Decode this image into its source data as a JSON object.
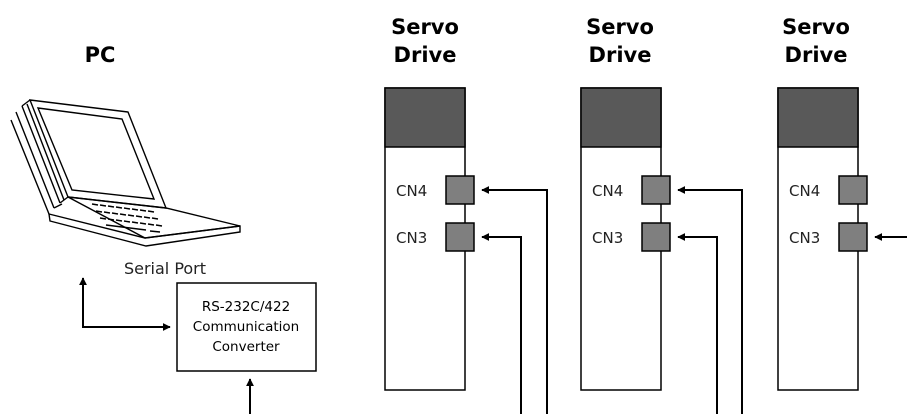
{
  "pc": {
    "label": "PC"
  },
  "serial_port": {
    "label": "Serial Port"
  },
  "converter": {
    "lines": [
      "RS-232C/422",
      "Communication",
      "Converter"
    ]
  },
  "drives": [
    {
      "title_line1": "Servo",
      "title_line2": "Drive",
      "cn4": "CN4",
      "cn3": "CN3"
    },
    {
      "title_line1": "Servo",
      "title_line2": "Drive",
      "cn4": "CN4",
      "cn3": "CN3"
    },
    {
      "title_line1": "Servo",
      "title_line2": "Drive",
      "cn4": "CN4",
      "cn3": "CN3"
    }
  ],
  "icons": {
    "computer": "laptop-icon"
  }
}
